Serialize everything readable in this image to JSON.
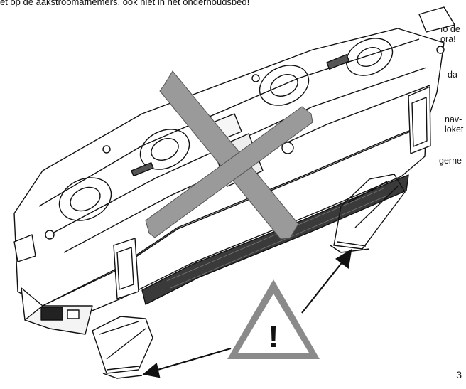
{
  "header_text": "et op de aakstroomafnemers, ook niet in het onderhoudsbed!",
  "side_fragments": [
    {
      "line1": "fo de",
      "line2": "ora!"
    },
    {
      "line1": "da",
      "line2": ""
    },
    {
      "line1": "nav-",
      "line2": "loket"
    },
    {
      "line1": "gerne",
      "line2": ""
    }
  ],
  "warning_symbol": "!",
  "page_number": "3",
  "colors": {
    "cross": "#9a9a9a",
    "ink": "#111111",
    "triangle": "#8a8a8a"
  }
}
